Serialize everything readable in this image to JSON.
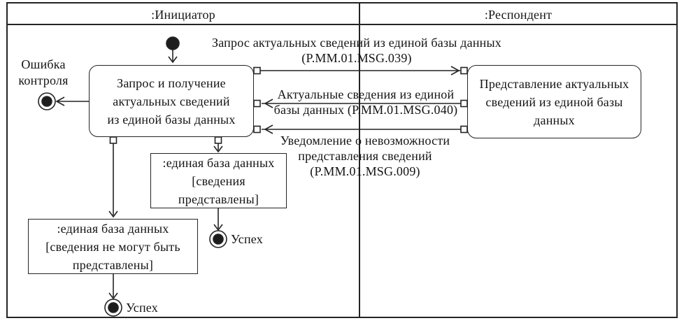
{
  "lanes": {
    "initiator": ":Инициатор",
    "respondent": ":Респондент"
  },
  "nodes": {
    "initiator_activity": [
      "Запрос и получение",
      "актуальных сведений",
      "из единой базы данных"
    ],
    "respondent_activity": [
      "Представление актуальных",
      "сведений из единой базы",
      "данных"
    ],
    "object_info_provided": [
      ":единая база данных",
      "[сведения",
      "представлены]"
    ],
    "object_info_not_provided": [
      ":единая база данных",
      "[сведения не могут быть",
      "представлены]"
    ]
  },
  "messages": {
    "request": [
      "Запрос актуальных сведений из единой базы данных",
      "(P.MM.01.MSG.039)"
    ],
    "response": [
      "Актуальные сведения из единой",
      "базы данных (P.MM.01.MSG.040)"
    ],
    "notification": [
      "Уведомление о невозможности",
      "представления сведений",
      "(P.MM.01.MSG.009)"
    ]
  },
  "terminals": {
    "error": [
      "Ошибка",
      "контроля"
    ],
    "success_provided": "Успех",
    "success_not_provided": "Успех"
  },
  "colors": {
    "line": "#242424",
    "text": "#141414",
    "background": "#ffffff",
    "node_fill": "#1d1d1d"
  }
}
